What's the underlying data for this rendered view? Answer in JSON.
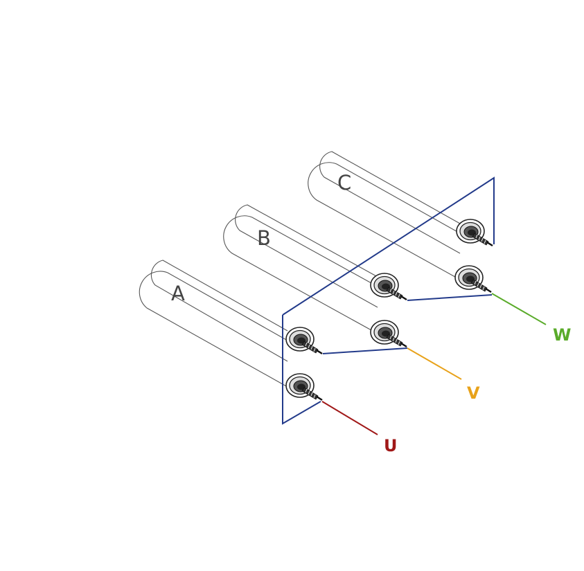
{
  "diagram": {
    "elements": [
      {
        "label": "A"
      },
      {
        "label": "B"
      },
      {
        "label": "C"
      }
    ],
    "phases": [
      {
        "label": "U",
        "color": "#a01818"
      },
      {
        "label": "V",
        "color": "#e8a21a"
      },
      {
        "label": "W",
        "color": "#5aab2a"
      }
    ],
    "bus_color": "#223a8a",
    "tube_color": "#555555"
  }
}
